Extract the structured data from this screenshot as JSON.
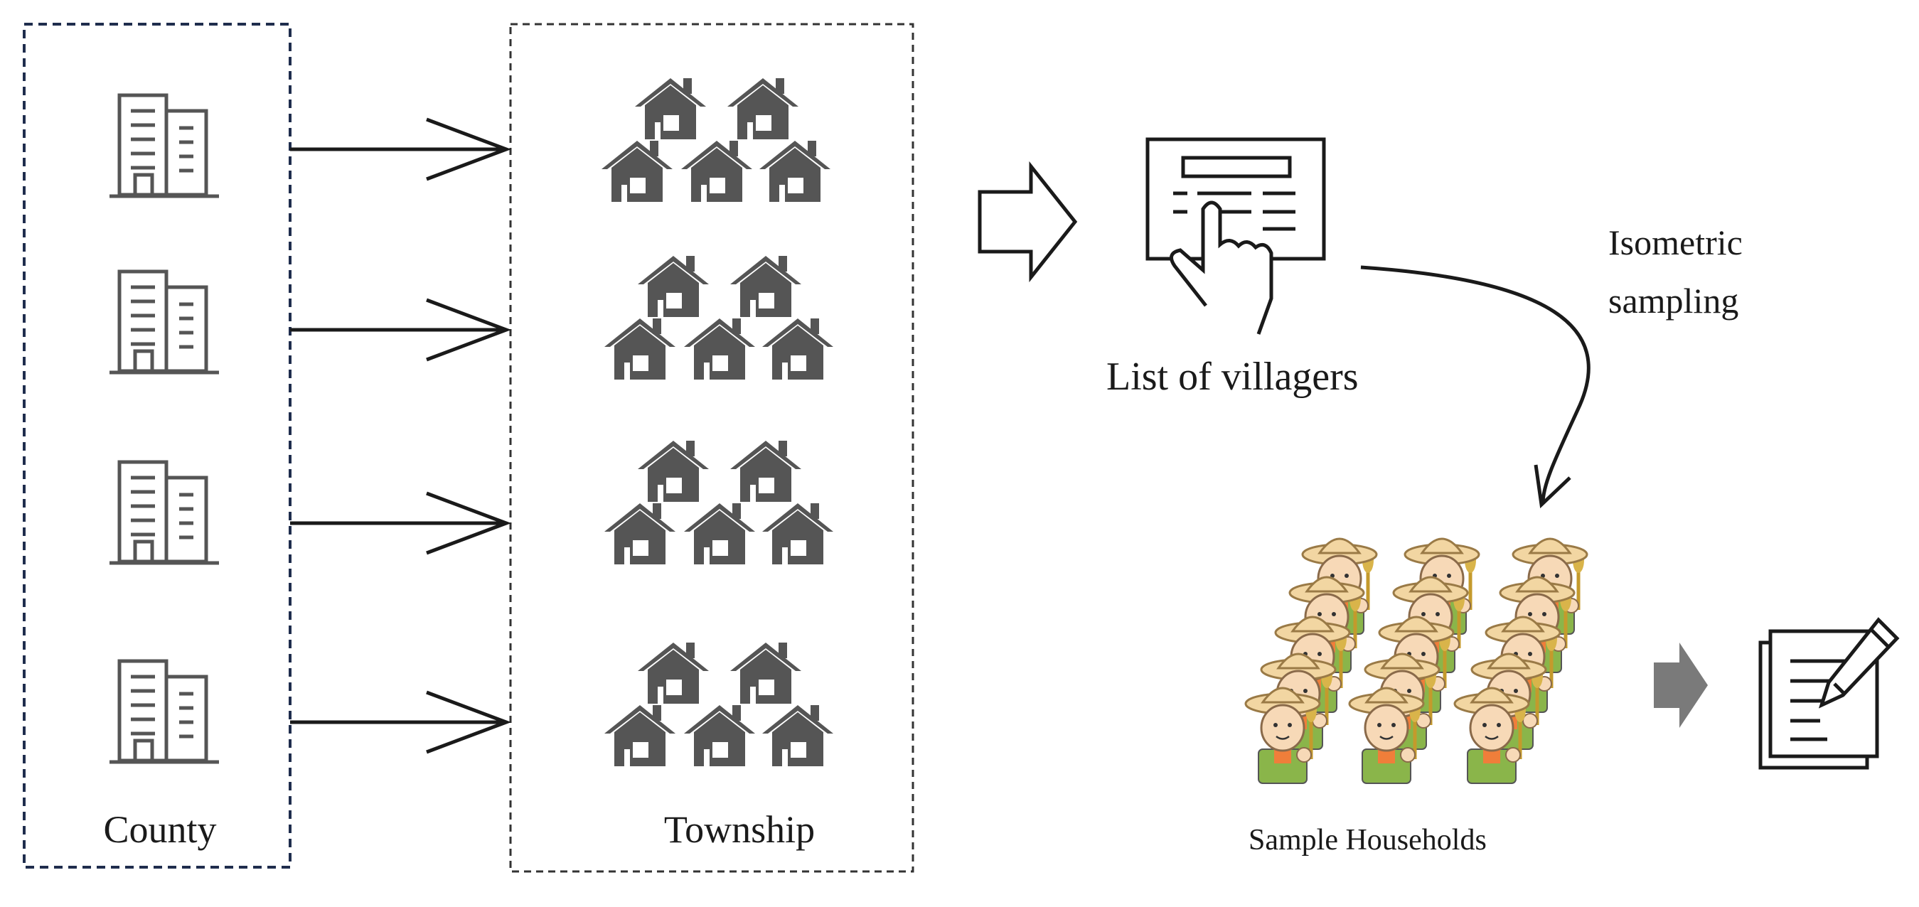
{
  "labels": {
    "county": "County",
    "township": "Township",
    "villagers_list": "List of villagers",
    "sampling_line1": "Isometric",
    "sampling_line2": "sampling",
    "sample_households": "Sample Households"
  },
  "icons": {
    "county_building": "office-building-icon",
    "township_houses": "house-cluster-icon",
    "villagers_list": "touch-list-icon",
    "farmer": "farmer-icon",
    "questionnaire": "document-pen-icon"
  },
  "colors": {
    "house_fill": "#555555",
    "frame_dash": "#1f2d4d",
    "farmer_hat": "#f2d6a2",
    "farmer_face": "#f7d9b7",
    "farmer_shirt": "#8ab54a",
    "block_arrow": "#7a7a7a"
  }
}
